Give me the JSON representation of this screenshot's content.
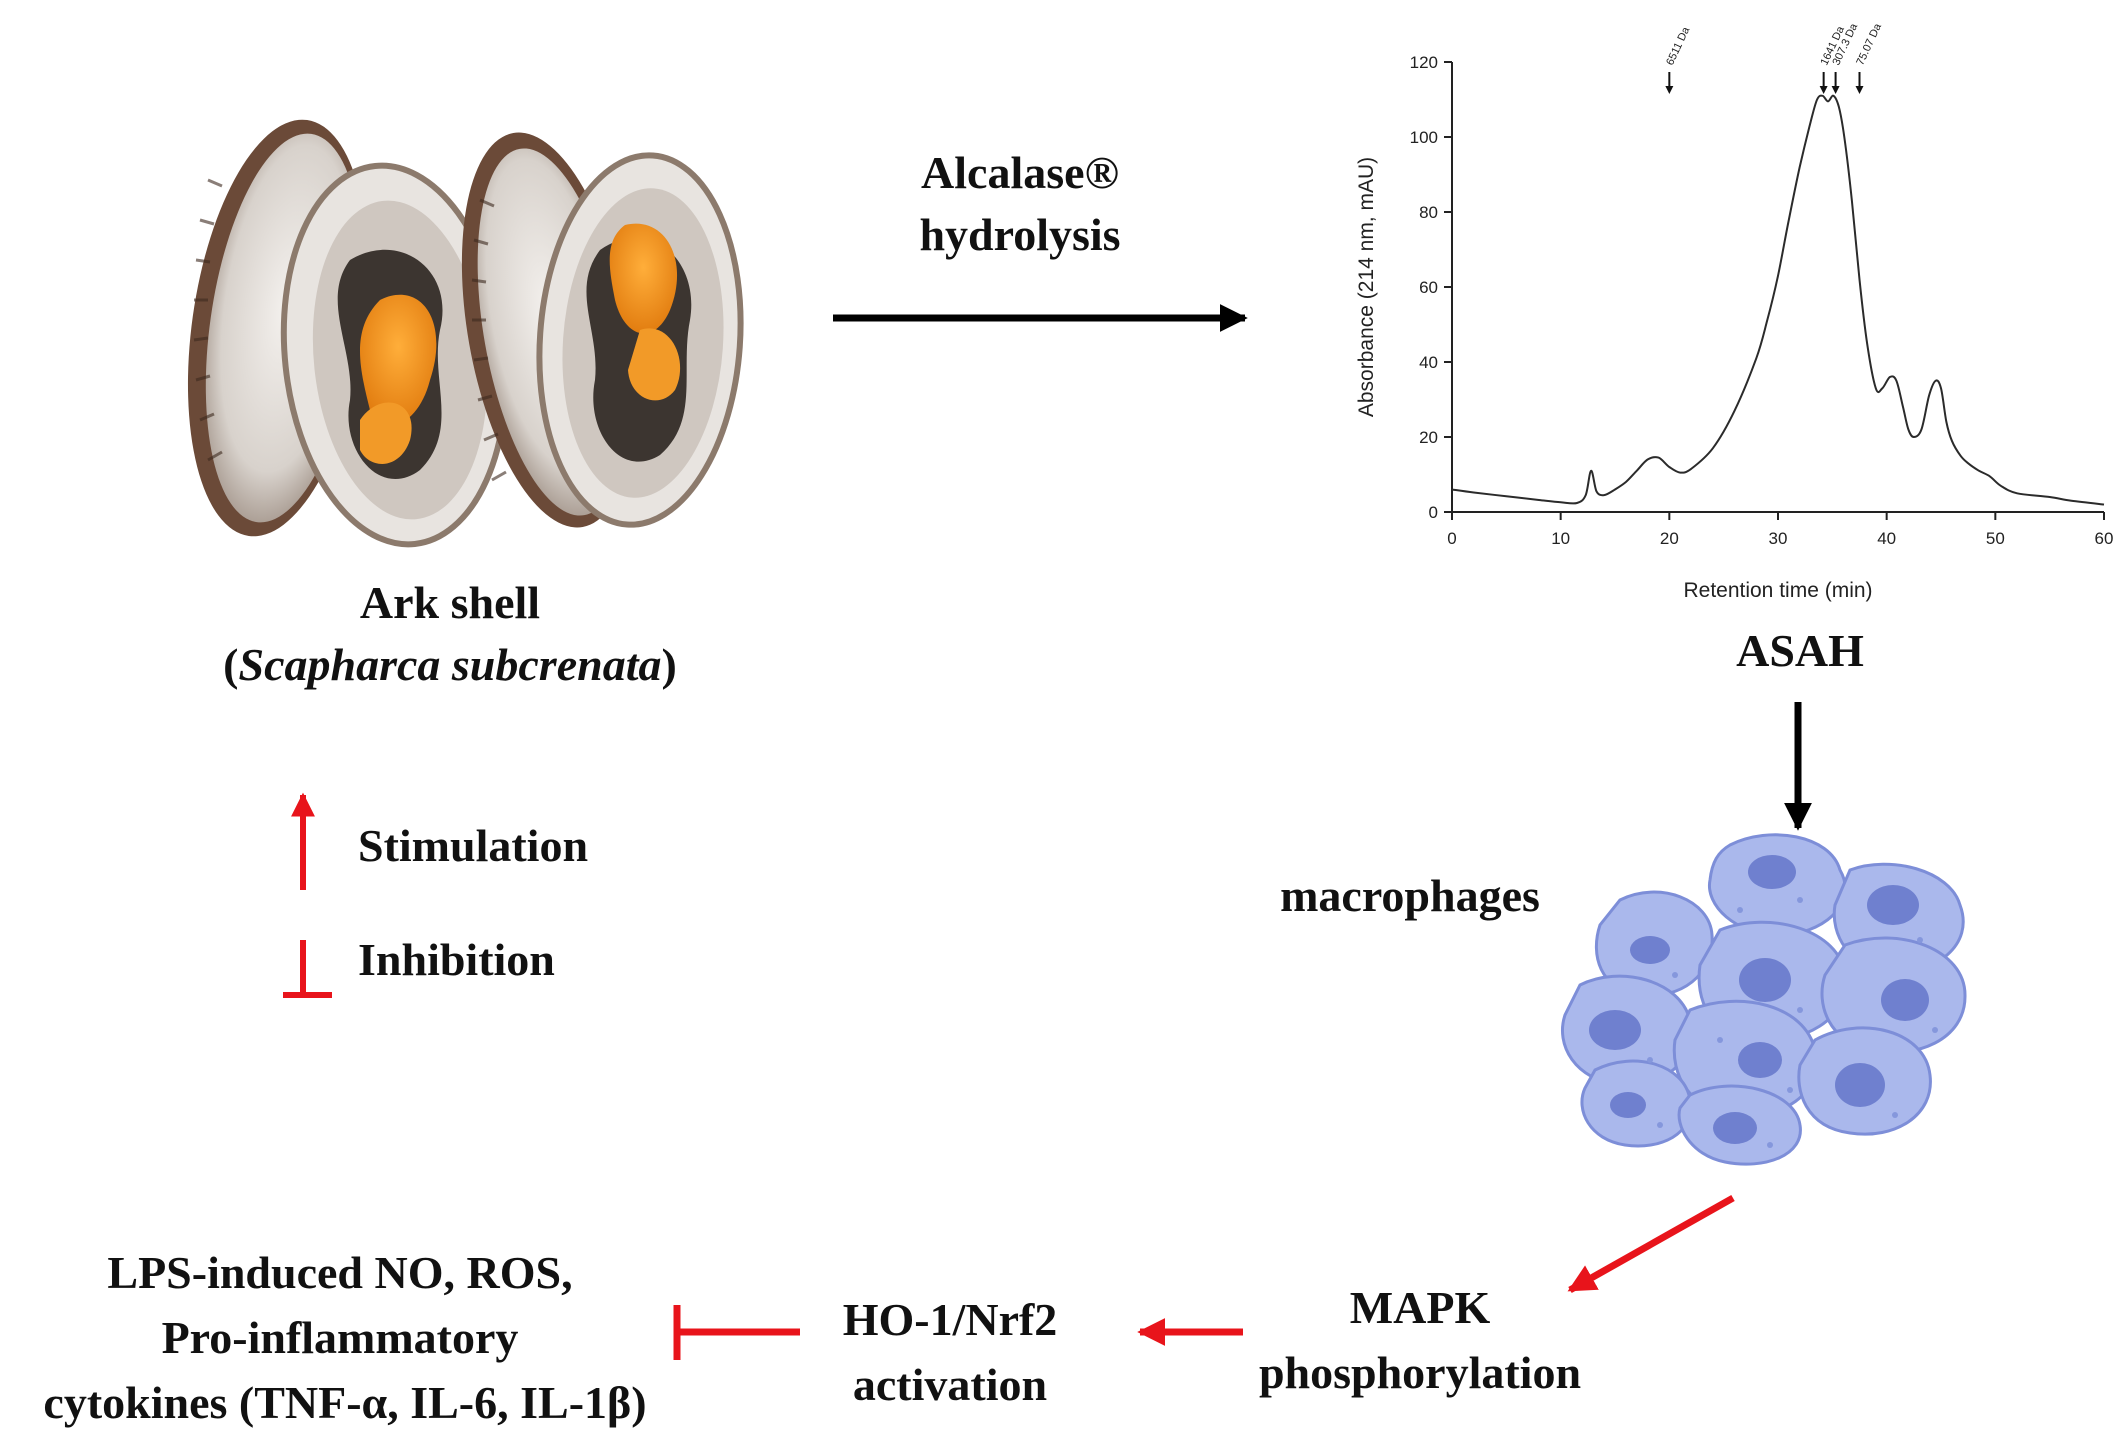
{
  "source": {
    "name": "Ark shell",
    "species_open": "(",
    "species": "Scapharca subcrenata",
    "species_close": ")"
  },
  "process": {
    "line1": "Alcalase®",
    "line2": "hydrolysis"
  },
  "product": {
    "label": "ASAH"
  },
  "cells": {
    "label": "macrophages"
  },
  "legend": {
    "stimulation": "Stimulation",
    "inhibition": "Inhibition",
    "stimulation_color": "#e8141b",
    "inhibition_color": "#e8141b"
  },
  "pathway": {
    "mapk_line1": "MAPK",
    "mapk_line2": "phosphorylation",
    "nrf2_line1": "HO-1/Nrf2",
    "nrf2_line2": "activation",
    "outcome_line1": "LPS-induced NO, ROS,",
    "outcome_line2": "Pro-inflammatory",
    "outcome_line3": "cytokines (TNF-α, IL-6, IL-1β)"
  },
  "colors": {
    "arrow_black": "#000000",
    "arrow_red": "#e8141b",
    "cell_fill": "#aab8ec",
    "cell_stroke": "#7d8ed8",
    "nucleus": "#6f80cf"
  },
  "chart_data": {
    "type": "line",
    "title": "",
    "xlabel": "Retention time (min)",
    "ylabel": "Absorbance (214 nm, mAU)",
    "xlim": [
      0,
      60
    ],
    "ylim": [
      0,
      120
    ],
    "xticks": [
      0,
      10,
      20,
      30,
      40,
      50,
      60
    ],
    "yticks": [
      0,
      20,
      40,
      60,
      80,
      100,
      120
    ],
    "grid": false,
    "markers": [
      {
        "label": "6511 Da",
        "x": 20.0
      },
      {
        "label": "1641 Da",
        "x": 34.2
      },
      {
        "label": "307.3 Da",
        "x": 35.3
      },
      {
        "label": "75.07 Da",
        "x": 37.5
      }
    ],
    "series": [
      {
        "x": [
          0,
          2,
          5,
          8,
          10,
          11.5,
          12.3,
          12.8,
          13.3,
          14,
          15,
          16,
          17,
          18,
          19,
          20,
          21,
          22,
          24,
          26,
          28,
          29,
          30,
          31,
          32,
          33,
          33.6,
          34.1,
          34.6,
          35.1,
          35.6,
          36.1,
          36.8,
          37.5,
          38.2,
          39,
          39.6,
          40.3,
          40.9,
          41.5,
          42,
          42.5,
          43.2,
          43.9,
          44.5,
          45,
          45.5,
          46,
          46.8,
          47.5,
          48.5,
          49.5,
          50.5,
          52,
          55,
          57,
          60
        ],
        "y": [
          6,
          5.2,
          4.2,
          3.2,
          2.6,
          2.4,
          4.5,
          11,
          5.5,
          4.5,
          6,
          8,
          11,
          14,
          14.5,
          12,
          10.5,
          11.5,
          17,
          27,
          41,
          51,
          63,
          78,
          92,
          104,
          110,
          111,
          109.5,
          111,
          108,
          100,
          83,
          62,
          45,
          33,
          33,
          36,
          35,
          28,
          22,
          20,
          22,
          31,
          35,
          33,
          24,
          19,
          15,
          13,
          11,
          9.5,
          7,
          5,
          4,
          3,
          2
        ]
      }
    ]
  }
}
